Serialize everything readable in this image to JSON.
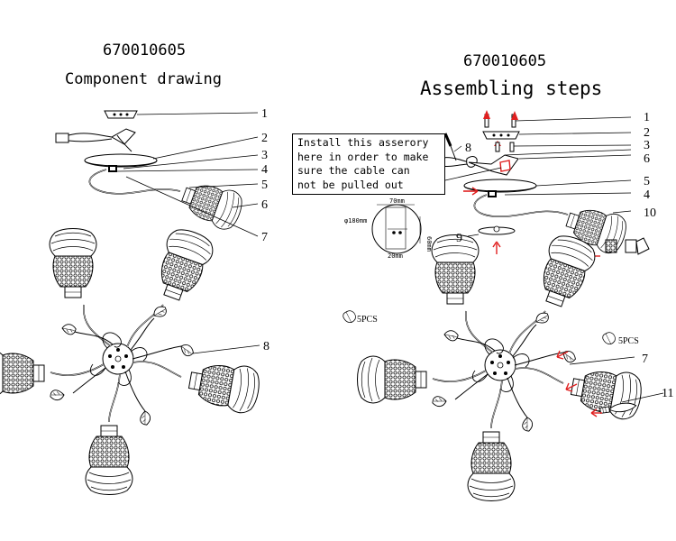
{
  "left_panel": {
    "model_number": "670010605",
    "title": "Component drawing",
    "callouts": [
      "1",
      "2",
      "3",
      "4",
      "5",
      "6",
      "7",
      "8"
    ]
  },
  "right_panel": {
    "model_number": "670010605",
    "title": "Assembling steps",
    "callouts": [
      "1",
      "2",
      "3",
      "6",
      "5",
      "4",
      "10",
      "9",
      "8",
      "7",
      "11"
    ],
    "note_lines": [
      "Install this asserory",
      "here in order to make",
      "sure the cable can",
      "not be pulled out"
    ],
    "detail_dimensions": {
      "width_top": "70mm",
      "diameter": "φ180mm",
      "width_bottom": "20mm",
      "height": "60mm"
    },
    "crystal_count_left": "5PCS",
    "crystal_count_right": "5PCS"
  },
  "colors": {
    "line": "#000000",
    "arrow": "#e02020"
  }
}
